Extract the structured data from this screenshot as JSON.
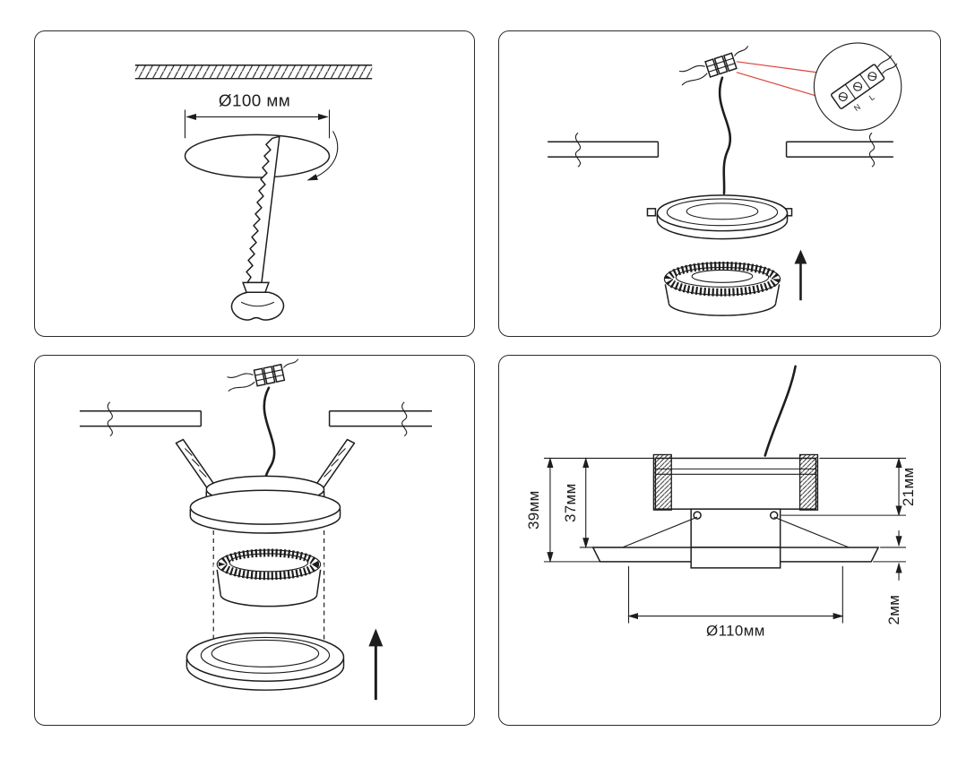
{
  "colors": {
    "line": "#1d1d1f",
    "accent": "#e0433c",
    "background": "#ffffff",
    "panel_border": "#2b2b2b"
  },
  "panel1": {
    "dim_diameter": "Ø100 мм"
  },
  "panel2": {
    "terminal_n": "N",
    "terminal_l": "L"
  },
  "panel4": {
    "dim_height_outer": "39мм",
    "dim_height_inner": "37мм",
    "dim_height_top": "21мм",
    "dim_flange_thickness": "2мм",
    "dim_diameter": "Ø110мм"
  }
}
